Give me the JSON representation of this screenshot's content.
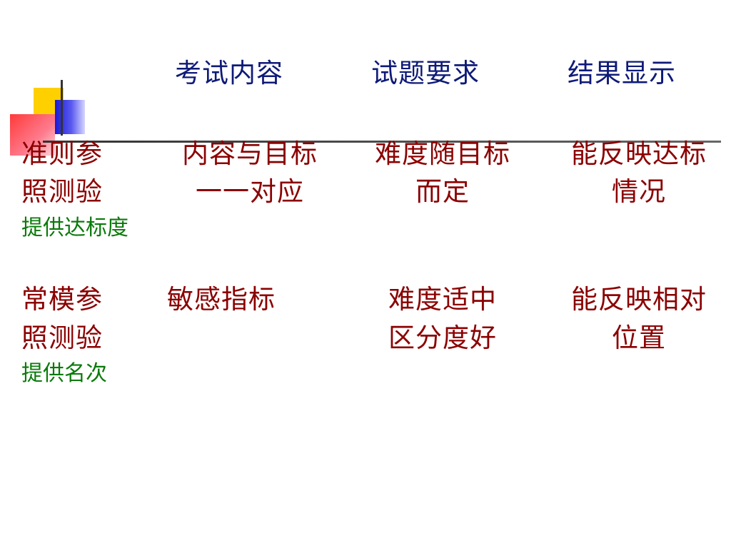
{
  "header": {
    "col1": "考试内容",
    "col2": "试题要求",
    "col3": "结果显示"
  },
  "rows": [
    {
      "label_line1": "准则参",
      "label_line2": "照测验",
      "note": "提供达标度",
      "content_line1": "内容与目标",
      "content_line2": "一一对应",
      "requirement_line1": "难度随目标",
      "requirement_line2": "而定",
      "result_line1": "能反映达标",
      "result_line2": "情况"
    },
    {
      "label_line1": "常模参",
      "label_line2": "照测验",
      "note": "提供名次",
      "content_line1": "敏感指标",
      "content_line2": "",
      "requirement_line1": "难度适中",
      "requirement_line2": "区分度好",
      "result_line1": "能反映相对",
      "result_line2": "位置"
    }
  ],
  "colors": {
    "header": "#0e1a78",
    "body": "#8b0000",
    "note": "#0a7a0a",
    "logo_yellow": "#ffd000",
    "logo_blue": "#1a1ad6",
    "logo_red": "#ff3a3a"
  }
}
